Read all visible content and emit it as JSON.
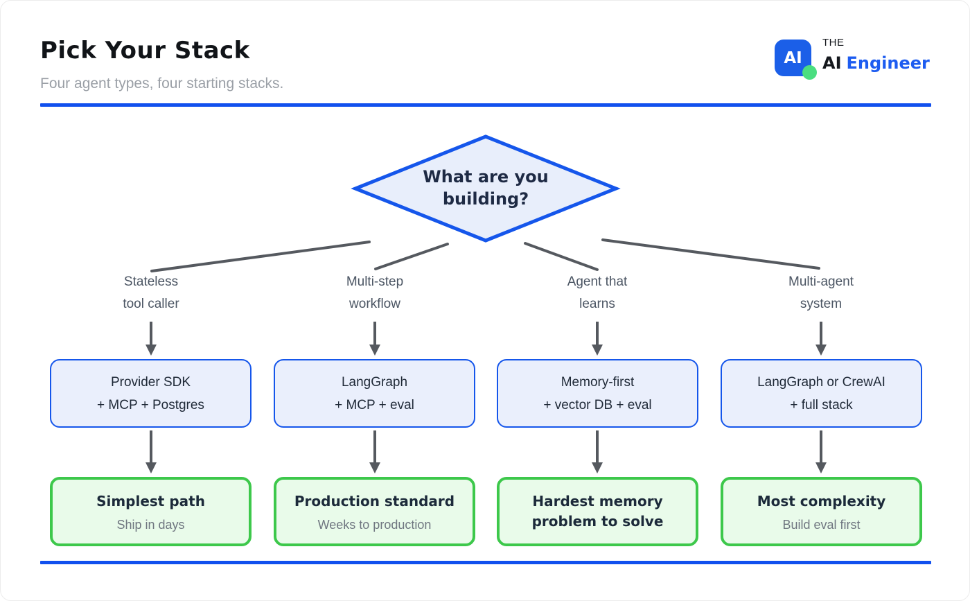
{
  "header": {
    "title": "Pick Your Stack",
    "subtitle": "Four agent types, four starting stacks."
  },
  "brand": {
    "badge_text": "AI",
    "the": "THE",
    "name_black": "AI",
    "name_blue": "Engineer"
  },
  "colors": {
    "accent_blue": "#1556eb",
    "rule_blue": "#1150ee",
    "logo_blue": "#1b5fe8",
    "logo_green_dot": "#4ade80",
    "stack_box_fill": "#eaeffc",
    "outcome_box_fill": "#e9fbea",
    "outcome_border_green": "#3dc84b",
    "connector_gray": "#55595f",
    "diamond_fill": "#e8eefb"
  },
  "diagram": {
    "root_question": "What are you building?",
    "columns": [
      {
        "branch_line1": "Stateless",
        "branch_line2": "tool caller",
        "stack_line1": "Provider SDK",
        "stack_line2": "+ MCP + Postgres",
        "outcome_title": "Simplest path",
        "outcome_subtitle": "Ship in days"
      },
      {
        "branch_line1": "Multi-step",
        "branch_line2": "workflow",
        "stack_line1": "LangGraph",
        "stack_line2": "+ MCP + eval",
        "outcome_title": "Production standard",
        "outcome_subtitle": "Weeks to production"
      },
      {
        "branch_line1": "Agent that",
        "branch_line2": "learns",
        "stack_line1": "Memory-first",
        "stack_line2": "+ vector DB + eval",
        "outcome_title": "Hardest memory problem to solve",
        "outcome_subtitle": ""
      },
      {
        "branch_line1": "Multi-agent",
        "branch_line2": "system",
        "stack_line1": "LangGraph or CrewAI",
        "stack_line2": "+ full stack",
        "outcome_title": "Most complexity",
        "outcome_subtitle": "Build eval first"
      }
    ]
  }
}
